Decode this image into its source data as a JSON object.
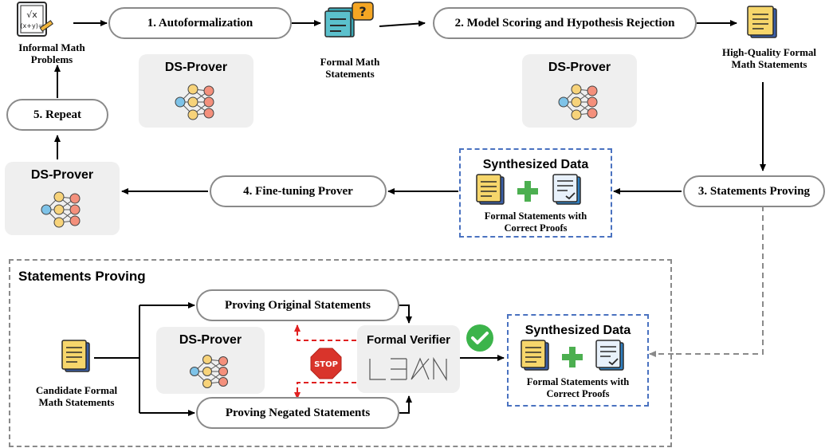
{
  "informal_label": [
    "Informal Math",
    "Problems"
  ],
  "step1": "1. Autoformalization",
  "formal_label": [
    "Formal Math",
    "Statements"
  ],
  "step2": "2. Model Scoring and Hypothesis Rejection",
  "hq_label": [
    "High-Quality Formal",
    "Math Statements"
  ],
  "step3": "3. Statements Proving",
  "step4": "4. Fine-tuning Prover",
  "step5": "5. Repeat",
  "prover": "DS-Prover",
  "synth_title": "Synthesized Data",
  "synth_caption": [
    "Formal Statements with",
    "Correct Proofs"
  ],
  "panel_title": "Statements Proving",
  "candidate_label": [
    "Candidate Formal",
    "Math Statements"
  ],
  "prove_original": "Proving Original Statements",
  "prove_negated": "Proving Negated Statements",
  "verifier": "Formal Verifier",
  "lean_logo": "LEAN",
  "stop": "STOP",
  "colors": {
    "arrow": "#000000",
    "pill_border": "#8a8a8a",
    "dashed_gray": "#8a8a8a",
    "dashed_blue": "#4a72c0",
    "dashed_red": "#e02020",
    "box_gray": "#efefef",
    "plus_green": "#4caf50",
    "check_green": "#3cb44b"
  }
}
